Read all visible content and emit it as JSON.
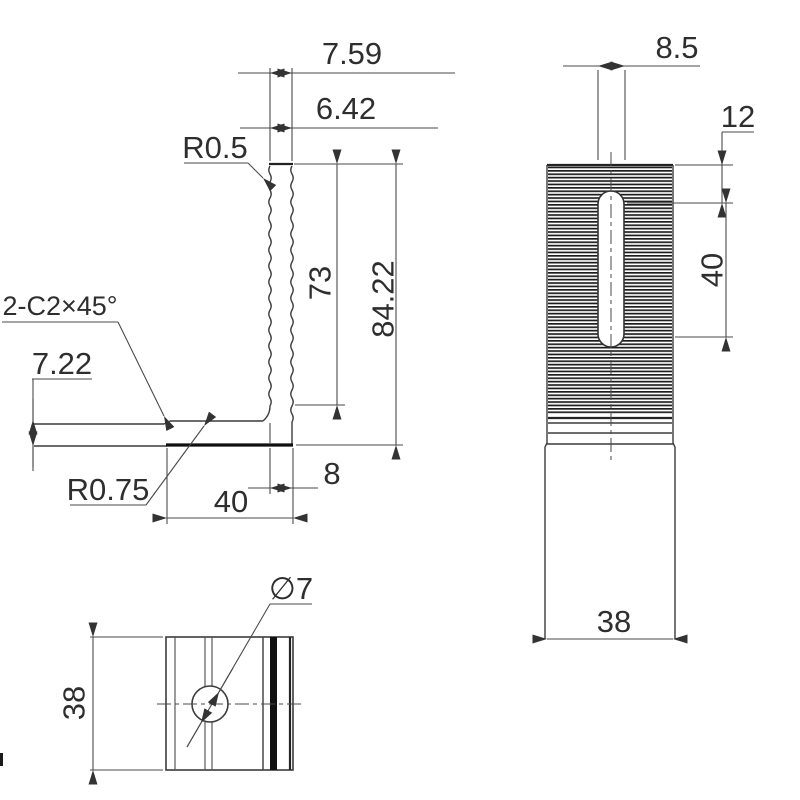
{
  "drawing": {
    "description": "Three-view engineering drawing of a serrated L-shaped mounting bracket",
    "background_color": "#ffffff",
    "line_color": "#3c3c3c",
    "text_color": "#2e2e2e"
  },
  "labels": {
    "side": {
      "top_width_outer": "7.59",
      "top_width_inner": "6.42",
      "serration_radius": "R0.5",
      "chamfer_note": "2-C2×45°",
      "plate_thickness": "7.22",
      "inner_fillet": "R0.75",
      "foot_length": "40",
      "wall_bottom_width": "8",
      "wall_height": "73",
      "overall_height": "84.22"
    },
    "front": {
      "slot_width": "8.5",
      "slot_top_offset": "12",
      "slot_length": "40",
      "overall_width": "38"
    },
    "top": {
      "hole_diameter": "∅7",
      "overall_depth": "38"
    }
  }
}
